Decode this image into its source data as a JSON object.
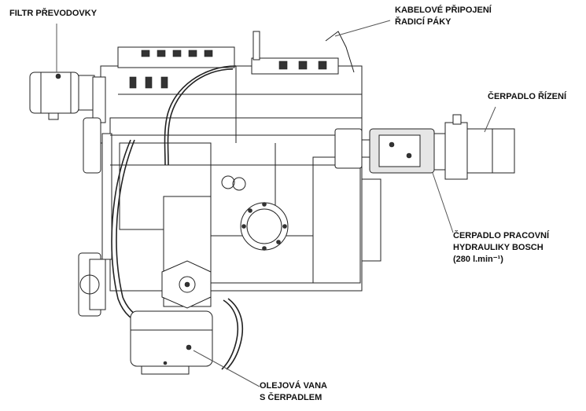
{
  "labels": {
    "filter": "FILTR PŘEVODOVKY",
    "cable_line1": "KABELOVÉ PŘIPOJENÍ",
    "cable_line2": "ŘADICÍ PÁKY",
    "steering_pump": "ČERPADLO ŘÍZENÍ",
    "hydraulic_line1": "ČERPADLO PRACOVNÍ",
    "hydraulic_line2": "HYDRAULIKY BOSCH",
    "hydraulic_line3": "(280 l.min⁻¹)",
    "oil_line1": "OLEJOVÁ VANA",
    "oil_line2": "S ČERPADLEM"
  },
  "colors": {
    "line": "#222222",
    "fill": "#ffffff",
    "shade": "#e6e6e6"
  }
}
